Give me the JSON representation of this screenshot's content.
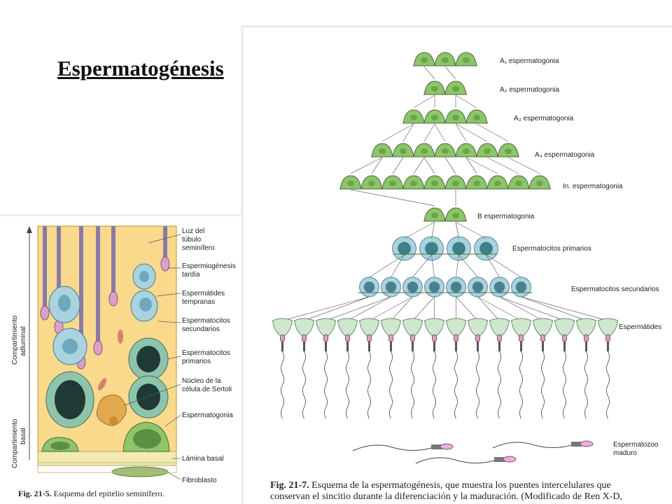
{
  "slide": {
    "title": "Espermatogénesis"
  },
  "figure_right": {
    "stages": [
      {
        "label": "A₁ espermatogonia"
      },
      {
        "label": "A₂ espermatogonia"
      },
      {
        "label": "A₃ espermatogonia"
      },
      {
        "label": "A₄ espermatogonia"
      },
      {
        "label": "In. espermatogonia"
      },
      {
        "label": "B espermatogonia"
      },
      {
        "label": "Espermatocitos primarios"
      },
      {
        "label": "Espermatocitos secundarios"
      },
      {
        "label": "Espermátides"
      }
    ],
    "mature_label_1": "Espermatozoo",
    "mature_label_2": "maduro",
    "caption_num": "Fig. 21-7.",
    "caption_line1": "Esquema de la espermatogénesis, que muestra los puentes intercelulares que",
    "caption_line2": "conservan el sincitio durante la diferenciación y la maduración. (Modificado de Ren X-D,"
  },
  "figure_left": {
    "axis_top_1": "Compartimiento",
    "axis_top_2": "adluminal",
    "axis_bottom_1": "Compartimiento",
    "axis_bottom_2": "basal",
    "labels": [
      {
        "lines": [
          "Luz del",
          "túbulo",
          "seminífero"
        ]
      },
      {
        "lines": [
          "Espermiogénesis",
          "tardía"
        ]
      },
      {
        "lines": [
          "Espermátides",
          "tempranas"
        ]
      },
      {
        "lines": [
          "Espermatocitos",
          "secundarios"
        ]
      },
      {
        "lines": [
          "Espermatocitos",
          "primarios"
        ]
      },
      {
        "lines": [
          "Núcleo de la",
          "célula de Sertoli"
        ]
      },
      {
        "lines": [
          "Espermatogonia"
        ]
      },
      {
        "lines": [
          "Lámina basal"
        ]
      },
      {
        "lines": [
          "Fibroblasto"
        ]
      }
    ],
    "caption_num": "Fig. 21-5.",
    "caption_text": "Esquema del epitelio seminífero."
  },
  "colors": {
    "spermatogonia": "#8ec46a",
    "spermatocyte": "#a9d3de",
    "sertoli": "#f9d98c",
    "outline": "#4a6b3a"
  }
}
